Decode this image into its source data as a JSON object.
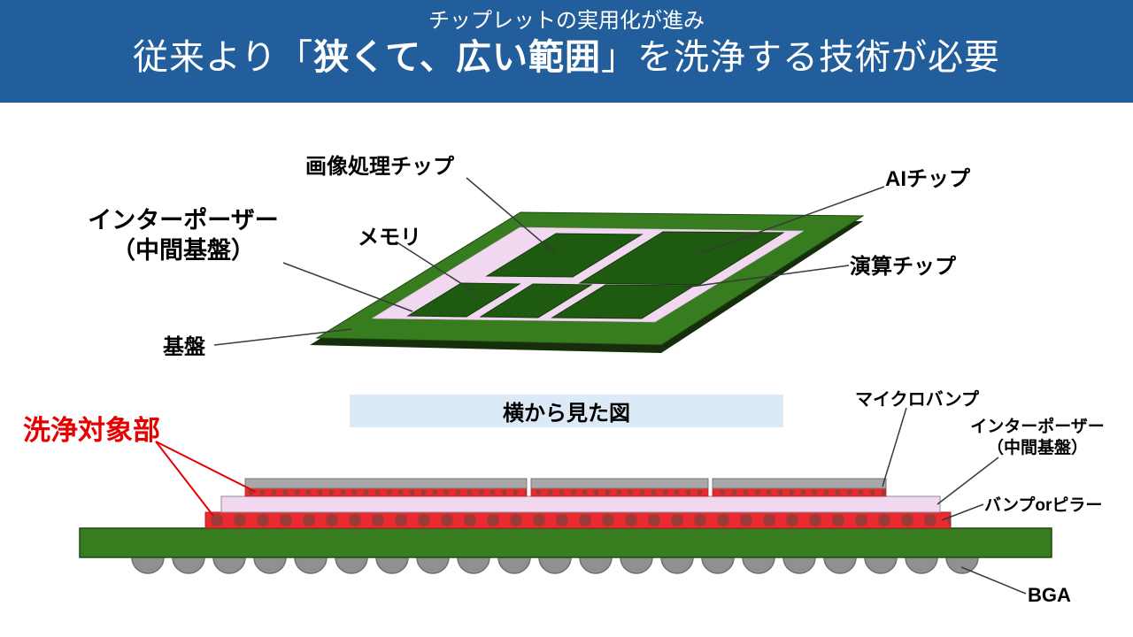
{
  "header": {
    "subtitle": "チップレットの実用化が進み",
    "title_prefix": "従来より「",
    "title_em": "狭くて、広い範囲",
    "title_suffix": "」を洗浄する技術が必要"
  },
  "top_diagram": {
    "label_image_chip": "画像処理チップ",
    "label_ai_chip": "AIチップ",
    "label_interposer_line1": "インターポーザー",
    "label_interposer_line2": "（中間基盤）",
    "label_memory": "メモリ",
    "label_compute_chip": "演算チップ",
    "label_substrate": "基盤"
  },
  "side_view": {
    "caption": "横から見た図",
    "cleaning_target": "洗浄対象部",
    "label_micro_bump": "マイクロバンプ",
    "label_interposer_line1": "インターポーザー",
    "label_interposer_line2": "（中間基盤）",
    "label_bump_or_pillar": "バンプorピラー",
    "label_bga": "BGA"
  },
  "colors": {
    "header_bg": "#235E9C",
    "board_green": "#377D1F",
    "chip_green": "#1E5A10",
    "interposer_pink": "#F2D7F0",
    "bump_red": "#EA2A2E",
    "bump_dot_red": "#9C3A38",
    "chip_gray": "#A8A8A8",
    "ball_gray": "#909090",
    "caption_bg": "#DCE9F6",
    "accent_red": "#E60000"
  }
}
